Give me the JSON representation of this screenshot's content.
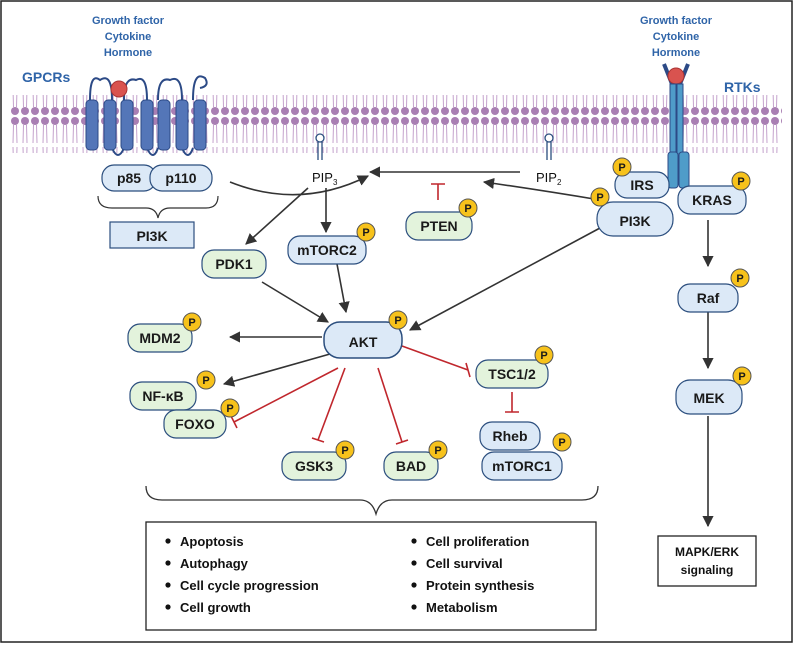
{
  "ligands_left": [
    "Growth factor",
    "Cytokine",
    "Hormone"
  ],
  "ligands_right": [
    "Growth factor",
    "Cytokine",
    "Hormone"
  ],
  "receptor_left": "GPCRs",
  "receptor_right": "RTKs",
  "pi3k_subunits": [
    "p85",
    "p110"
  ],
  "pi3k_label": "PI3K",
  "pip3": {
    "base": "PIP",
    "sub": "3"
  },
  "pip2": {
    "base": "PIP",
    "sub": "2"
  },
  "phospho_label": "P",
  "nodes": {
    "irs": "IRS",
    "pi3k_right": "PI3K",
    "kras": "KRAS",
    "pten": "PTEN",
    "pdk1": "PDK1",
    "mtorc2": "mTORC2",
    "akt": "AKT",
    "mdm2": "MDM2",
    "nfkb": "NF-κB",
    "foxo": "FOXO",
    "gsk3": "GSK3",
    "bad": "BAD",
    "tsc": "TSC1/2",
    "rheb": "Rheb",
    "mtorc1": "mTORC1",
    "raf": "Raf",
    "mek": "MEK"
  },
  "mapk_box": [
    "MAPK/ERK",
    "signaling"
  ],
  "outcomes_left": [
    "Apoptosis",
    "Autophagy",
    "Cell cycle progression",
    "Cell growth"
  ],
  "outcomes_right": [
    "Cell proliferation",
    "Cell survival",
    "Protein synthesis",
    "Metabolism"
  ],
  "colors": {
    "membrane": "#a97fb3",
    "receptor": "#5476b8",
    "receptor_dark": "#2c4a86",
    "rtk": "#4f9cc9",
    "ligand": "#d9534f",
    "node_blue_fill": "#dce9f7",
    "node_green_fill": "#e3f3dc",
    "node_stroke": "#2b4e7e",
    "phospho_fill": "#f7c21b",
    "activation": "#333333",
    "inhibition": "#c0272d",
    "label_blue": "#2f64a8"
  }
}
